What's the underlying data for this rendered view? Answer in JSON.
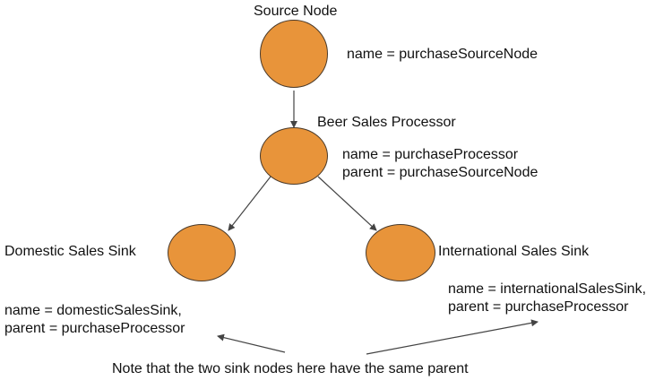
{
  "colors": {
    "node_fill": "#e8943a",
    "node_stroke": "#4a3a2a",
    "edge": "#444444",
    "text": "#111111"
  },
  "nodes": {
    "source": {
      "title": "Source Node",
      "name_line": "name = purchaseSourceNode"
    },
    "processor": {
      "title": "Beer Sales Processor",
      "name_line": "name = purchaseProcessor",
      "parent_line": "parent = purchaseSourceNode"
    },
    "domestic_sink": {
      "title": "Domestic Sales Sink",
      "name_line": "name = domesticSalesSink,",
      "parent_line": "parent = purchaseProcessor"
    },
    "international_sink": {
      "title": "International Sales Sink",
      "name_line": "name = internationalSalesSink,",
      "parent_line": "parent = purchaseProcessor"
    }
  },
  "note": "Note that the two sink nodes here have the same parent"
}
